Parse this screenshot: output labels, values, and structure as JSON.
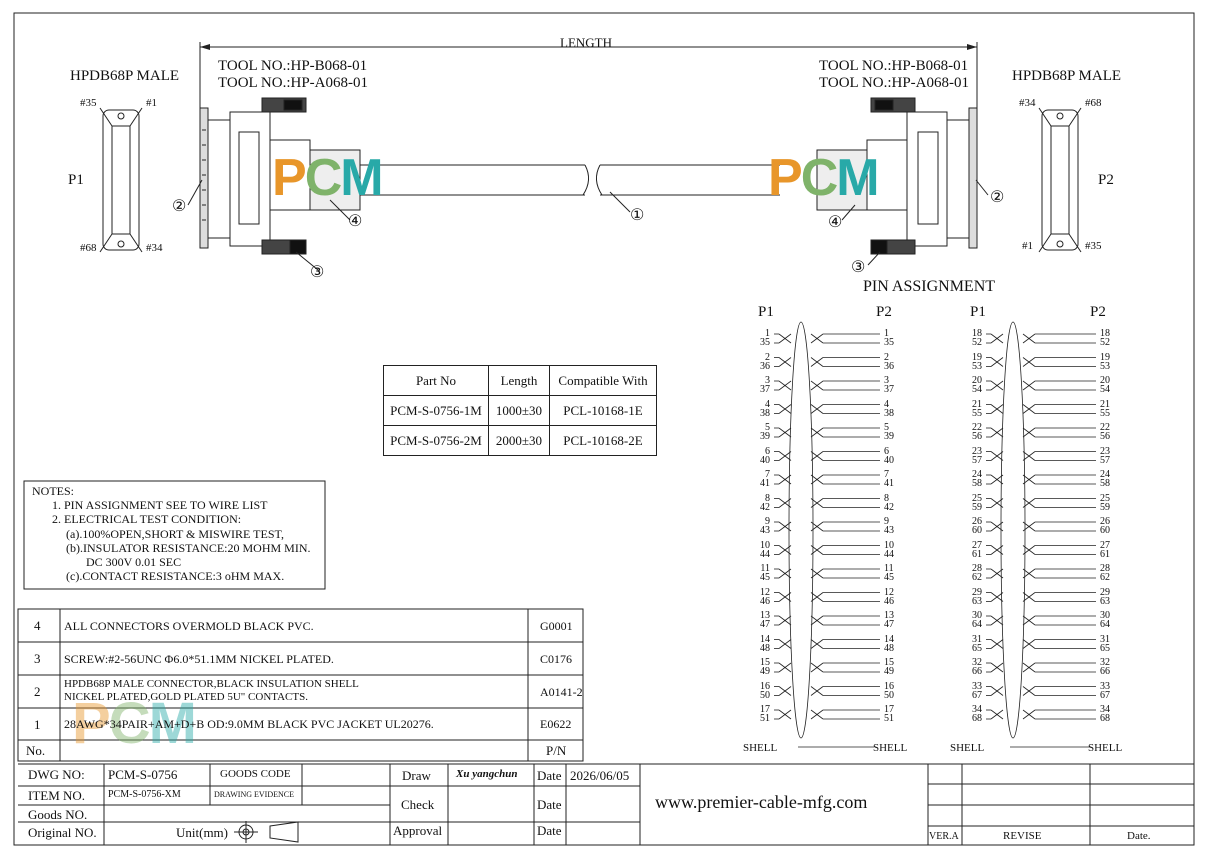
{
  "header": {
    "length_label": "LENGTH",
    "left_tool1": "TOOL NO.:HP-B068-01",
    "left_tool2": "TOOL NO.:HP-A068-01",
    "right_tool1": "TOOL NO.:HP-B068-01",
    "right_tool2": "TOOL NO.:HP-A068-01",
    "left_conn_title": "HPDB68P MALE",
    "right_conn_title": "HPDB68P MALE",
    "p1_label": "P1",
    "p2_label": "P2",
    "left_pin_tl": "#35",
    "left_pin_tr": "#1",
    "left_pin_bl": "#68",
    "left_pin_br": "#34",
    "right_pin_tl": "#34",
    "right_pin_tr": "#68",
    "right_pin_bl": "#1",
    "right_pin_br": "#35",
    "balloon_1": "①",
    "balloon_2": "②",
    "balloon_3": "③",
    "balloon_4": "④",
    "watermark_p": "P",
    "watermark_c": "C",
    "watermark_m": "M"
  },
  "parts_table": {
    "headers": [
      "Part No",
      "Length",
      "Compatible With"
    ],
    "rows": [
      [
        "PCM-S-0756-1M",
        "1000±30",
        "PCL-10168-1E"
      ],
      [
        "PCM-S-0756-2M",
        "2000±30",
        "PCL-10168-2E"
      ]
    ]
  },
  "notes": {
    "title": "NOTES:",
    "lines": [
      "1.  PIN ASSIGNMENT SEE TO WIRE LIST",
      "2.  ELECTRICAL TEST CONDITION:",
      "(a).100%OPEN,SHORT & MISWIRE TEST,",
      "(b).INSULATOR RESISTANCE:20 MOHM MIN.",
      "DC 300V 0.01 SEC",
      "(c).CONTACT RESISTANCE:3 oHM MAX."
    ]
  },
  "bom": {
    "rows": [
      {
        "no": "4",
        "desc": "ALL CONNECTORS OVERMOLD BLACK PVC.",
        "pn": "G0001"
      },
      {
        "no": "3",
        "desc": "SCREW:#2-56UNC Φ6.0*51.1MM NICKEL PLATED.",
        "pn": "C0176"
      },
      {
        "no": "2",
        "desc": "HPDB68P MALE CONNECTOR,BLACK INSULATION SHELL",
        "desc2": "NICKEL PLATED,GOLD PLATED 5U\" CONTACTS.",
        "pn": "A0141-2"
      },
      {
        "no": "1",
        "desc": "28AWG*34PAIR+AM+D+B OD:9.0MM BLACK PVC JACKET UL20276.",
        "pn": "E0622"
      }
    ],
    "footer_no": "No.",
    "footer_pn": "P/N"
  },
  "title_block": {
    "dwg_no_label": "DWG NO:",
    "dwg_no": "PCM-S-0756",
    "goods_code": "GOODS CODE",
    "item_no_label": "ITEM NO.",
    "item_no": "PCM-S-0756-XM",
    "drawing_evidence": "DRAWING EVIDENCE",
    "goods_no_label": "Goods NO.",
    "original_no_label": "Original NO.",
    "unit_label": "Unit(mm)",
    "draw_label": "Draw",
    "draw_name": "Xu yangchun",
    "date_label": "Date",
    "date": "2026/06/05",
    "check_label": "Check",
    "approval_label": "Approval",
    "website": "www.premier-cable-mfg.com",
    "rev_label": "VER.A",
    "revise_label": "REVISE",
    "date_col_label": "Date."
  },
  "pin_assignment": {
    "title": "PIN   ASSIGNMENT",
    "p1": "P1",
    "p2": "P2",
    "shell": "SHELL",
    "left_pairs": [
      [
        "1",
        "35"
      ],
      [
        "2",
        "36"
      ],
      [
        "3",
        "37"
      ],
      [
        "4",
        "38"
      ],
      [
        "5",
        "39"
      ],
      [
        "6",
        "40"
      ],
      [
        "7",
        "41"
      ],
      [
        "8",
        "42"
      ],
      [
        "9",
        "43"
      ],
      [
        "10",
        "44"
      ],
      [
        "11",
        "45"
      ],
      [
        "12",
        "46"
      ],
      [
        "13",
        "47"
      ],
      [
        "14",
        "48"
      ],
      [
        "15",
        "49"
      ],
      [
        "16",
        "50"
      ],
      [
        "17",
        "51"
      ]
    ],
    "right_pairs": [
      [
        "18",
        "52"
      ],
      [
        "19",
        "53"
      ],
      [
        "20",
        "54"
      ],
      [
        "21",
        "55"
      ],
      [
        "22",
        "56"
      ],
      [
        "23",
        "57"
      ],
      [
        "24",
        "58"
      ],
      [
        "25",
        "59"
      ],
      [
        "26",
        "60"
      ],
      [
        "27",
        "61"
      ],
      [
        "28",
        "62"
      ],
      [
        "29",
        "63"
      ],
      [
        "30",
        "64"
      ],
      [
        "31",
        "65"
      ],
      [
        "32",
        "66"
      ],
      [
        "33",
        "67"
      ],
      [
        "34",
        "68"
      ]
    ]
  }
}
